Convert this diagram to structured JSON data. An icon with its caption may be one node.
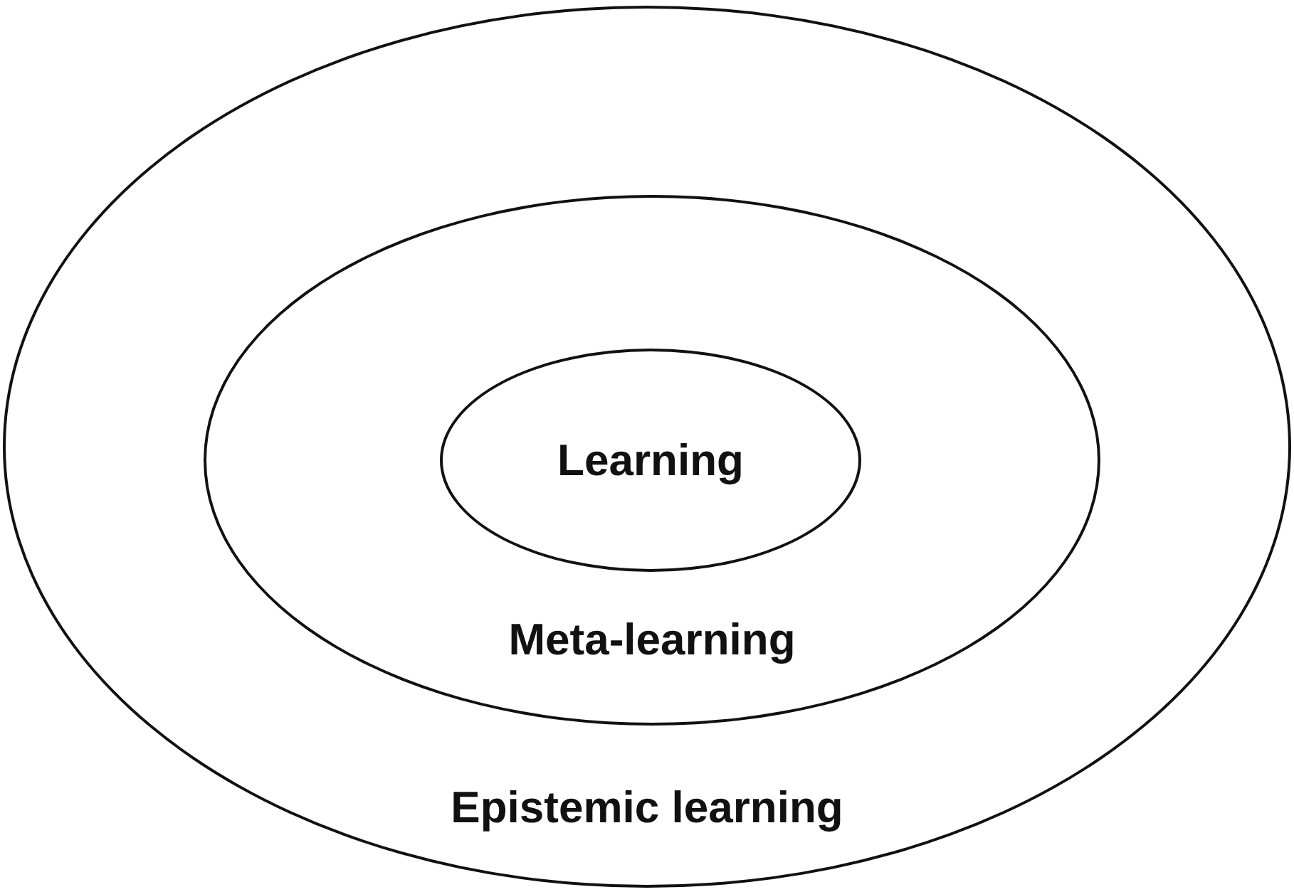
{
  "diagram": {
    "nodes": [
      {
        "text": [
          "Epistemic learning"
        ]
      },
      {
        "text": [
          "Meta-learning"
        ],
        "in": 0
      },
      {
        "text": [
          "Learning"
        ],
        "in": 1
      }
    ]
  }
}
